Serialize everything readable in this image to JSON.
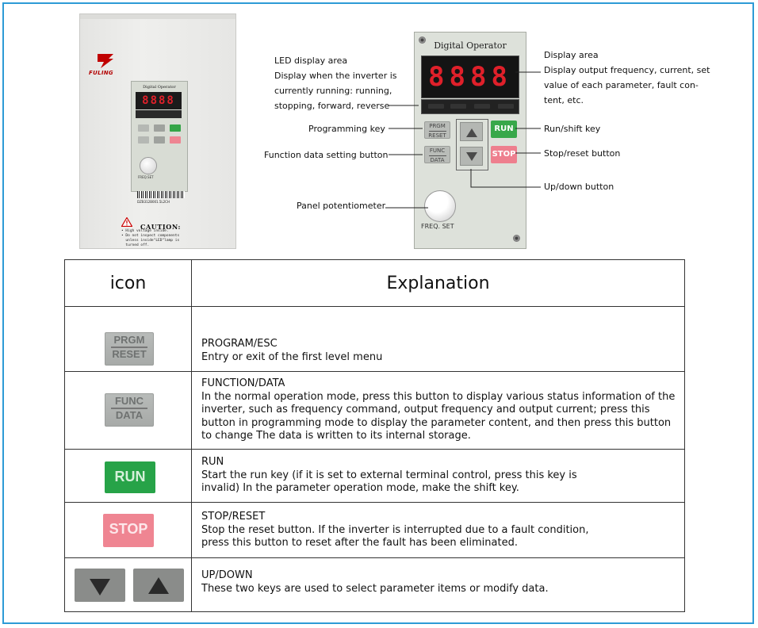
{
  "photo": {
    "brand": "FULING",
    "panel_title": "Digital Operator",
    "led": "8888",
    "freq_label": "FREQ.SET",
    "serial": "DZB312B001.5L2CH",
    "caution_title": "CAUTION:",
    "caution_text": "• High voltage inside.\n• Do not inspect components\n  unless inside\"LED\"lamp is\n  turned off."
  },
  "operator": {
    "title": "Digital Operator",
    "led": "8888",
    "prgm_top": "PRGM",
    "prgm_bottom": "RESET",
    "func_top": "FUNC",
    "func_bottom": "DATA",
    "run": "RUN",
    "stop": "STOP",
    "freq_label": "FREQ. SET"
  },
  "callouts": {
    "led_area": [
      "LED display area",
      "Display when the inverter is",
      "currently running: running,",
      "stopping, forward, reverse"
    ],
    "display_area": [
      "Display area",
      "Display output frequency, current, set",
      "value of each parameter, fault con-",
      "tent, etc."
    ],
    "programming_key": "Programming key",
    "function_data": "Function data setting button",
    "panel_pot": "Panel potentiometer",
    "run_shift": "Run/shift key",
    "stop_reset": "Stop/reset button",
    "up_down": "Up/down button"
  },
  "table": {
    "header_icon": "icon",
    "header_explanation": "Explanation",
    "rows": [
      {
        "icon_top": "PRGM",
        "icon_bottom": "RESET",
        "title": "PROGRAM/ESC",
        "body": "Entry or exit of the first level menu"
      },
      {
        "icon_top": "FUNC",
        "icon_bottom": "DATA",
        "title": "FUNCTION/DATA",
        "body": "In the normal operation mode, press this button to display various status information of the inverter, such as frequency command, output frequency and output current; press this button in programming mode to display the parameter content, and then press this button to change The data is written to its internal storage."
      },
      {
        "icon_label": "RUN",
        "title": "RUN",
        "body": "Start the run key (if it is set to external terminal control, press this key is invalid) In the parameter operation mode, make the shift key."
      },
      {
        "icon_label": "STOP",
        "title": "STOP/RESET",
        "body": "Stop the reset button. If the inverter is interrupted due to a fault condition, press this button to reset after the fault has been eliminated."
      },
      {
        "title": "UP/DOWN",
        "body": "These two keys are used to select parameter items or modify data."
      }
    ]
  },
  "colors": {
    "frame": "#2d9bd6",
    "run": "#27a348",
    "stop": "#ef8592",
    "led": "#e0202a"
  }
}
